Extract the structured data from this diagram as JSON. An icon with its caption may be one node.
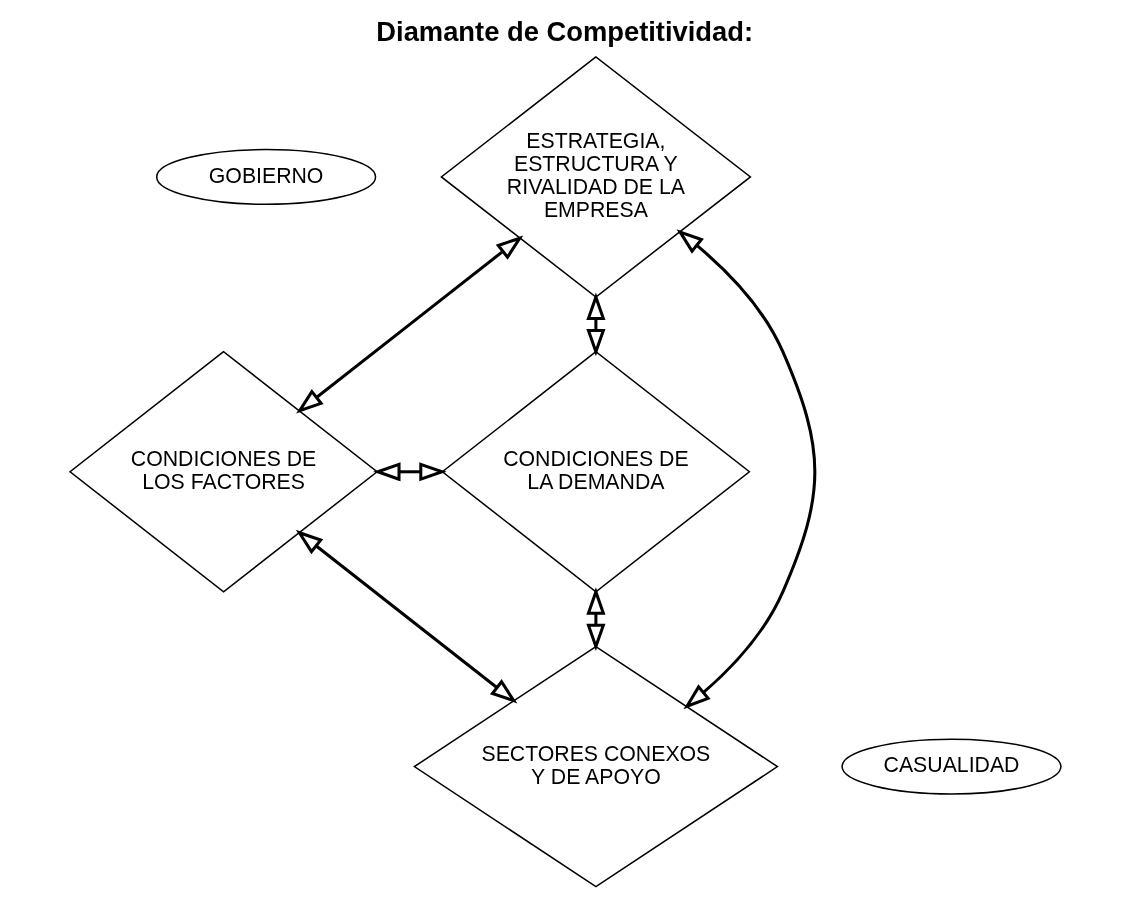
{
  "diagram": {
    "title": "Diamante de Competitividad:",
    "nodes": [
      {
        "text": [
          "ESTRATEGIA, ESTRUCTURA Y RIVALIDAD DE LA EMPRESA"
        ]
      },
      {
        "text": [
          "GOBIERNO"
        ]
      },
      {
        "text": [
          "CONDICIONES DE LOS FACTORES"
        ]
      },
      {
        "text": [
          "CONDICIONES DE LA DEMANDA"
        ]
      },
      {
        "text": [
          "SECTORES CONEXOS Y DE APOYO"
        ]
      },
      {
        "text": [
          "CASUALIDAD"
        ]
      }
    ],
    "edges": [
      {
        "from": 0,
        "to": 2,
        "arrow": "both"
      },
      {
        "from": 0,
        "to": 3,
        "arrow": "both"
      },
      {
        "from": 0,
        "to": 4,
        "arrow": "both"
      },
      {
        "from": 2,
        "to": 3,
        "arrow": "both"
      },
      {
        "from": 2,
        "to": 4,
        "arrow": "both"
      },
      {
        "from": 3,
        "to": 4,
        "arrow": "both"
      }
    ]
  }
}
